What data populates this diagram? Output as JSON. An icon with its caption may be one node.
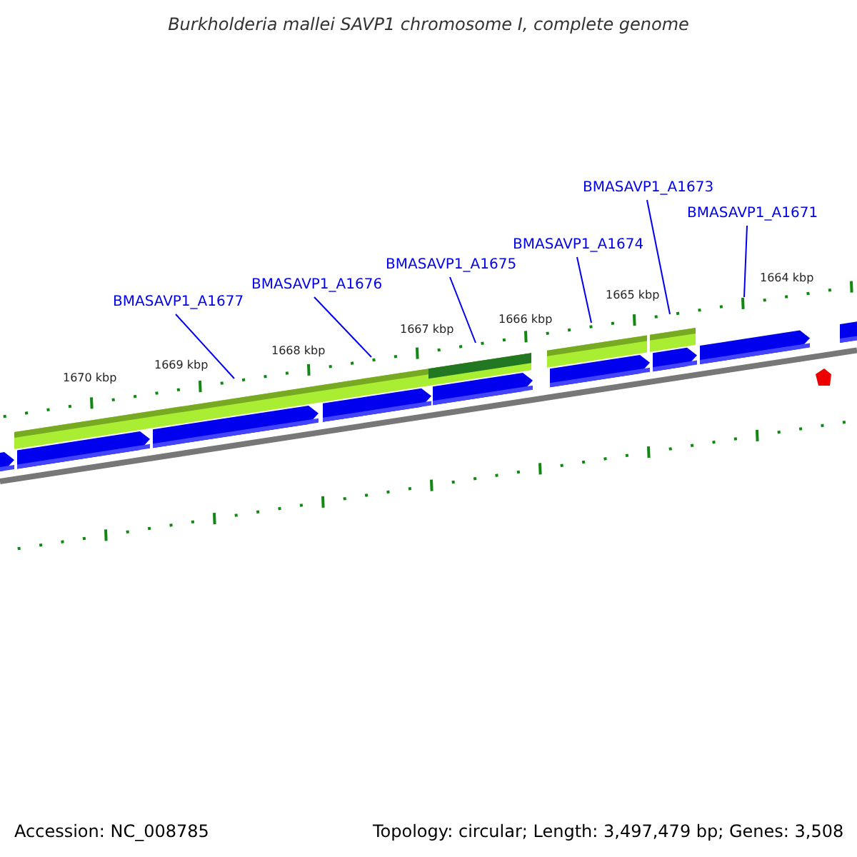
{
  "diagram": {
    "title": "*Burkholderia mallei* SAVP1 chromosome I, complete genome",
    "nodes": [
      {
        "text": [
          "BMASAVP1_A1677"
        ]
      },
      {
        "text": [
          "BMASAVP1_A1676"
        ]
      },
      {
        "text": [
          "BMASAVP1_A1675"
        ]
      },
      {
        "text": [
          "BMASAVP1_A1674"
        ]
      },
      {
        "text": [
          "BMASAVP1_A1673"
        ]
      },
      {
        "text": [
          "BMASAVP1_A1671"
        ]
      }
    ],
    "edges": [
      {
        "from": 0,
        "to": null,
        "arrow": "none"
      },
      {
        "from": 1,
        "to": null,
        "arrow": "none"
      },
      {
        "from": 2,
        "to": null,
        "arrow": "none"
      },
      {
        "from": 3,
        "to": null,
        "arrow": "none"
      },
      {
        "from": 4,
        "to": null,
        "arrow": "none"
      },
      {
        "from": 5,
        "to": null,
        "arrow": "none"
      }
    ],
    "labels": [
      "1670 kbp",
      "1669 kbp",
      "1668 kbp",
      "1667 kbp",
      "1666 kbp",
      "1665 kbp",
      "1664 kbp",
      "Accession: NC_008785",
      "Topology: circular; Length: 3,497,479 bp; Genes: 3,508"
    ]
  }
}
